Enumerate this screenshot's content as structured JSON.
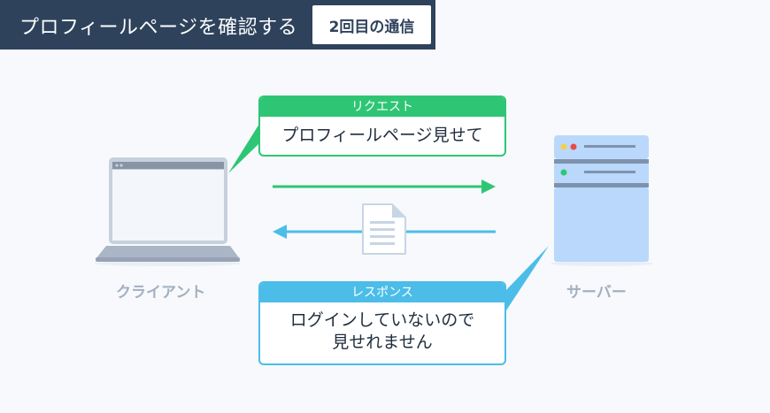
{
  "header": {
    "title": "プロフィールページを確認する",
    "tag": "2回目の通信"
  },
  "request": {
    "caption": "リクエスト",
    "message": "プロフィールページ見せて"
  },
  "response": {
    "caption": "レスポンス",
    "message_line1": "ログインしていないので",
    "message_line2": "見せれません"
  },
  "client": {
    "label": "クライアント",
    "icon": "laptop-icon"
  },
  "server": {
    "label": "サーバー",
    "icon": "server-icon"
  },
  "document_icon": "document-icon",
  "colors": {
    "header": "#2e425c",
    "request": "#2ec674",
    "response": "#4bbde8",
    "caption_gray": "#a4b0c0",
    "server_body": "#b9d8fb"
  }
}
